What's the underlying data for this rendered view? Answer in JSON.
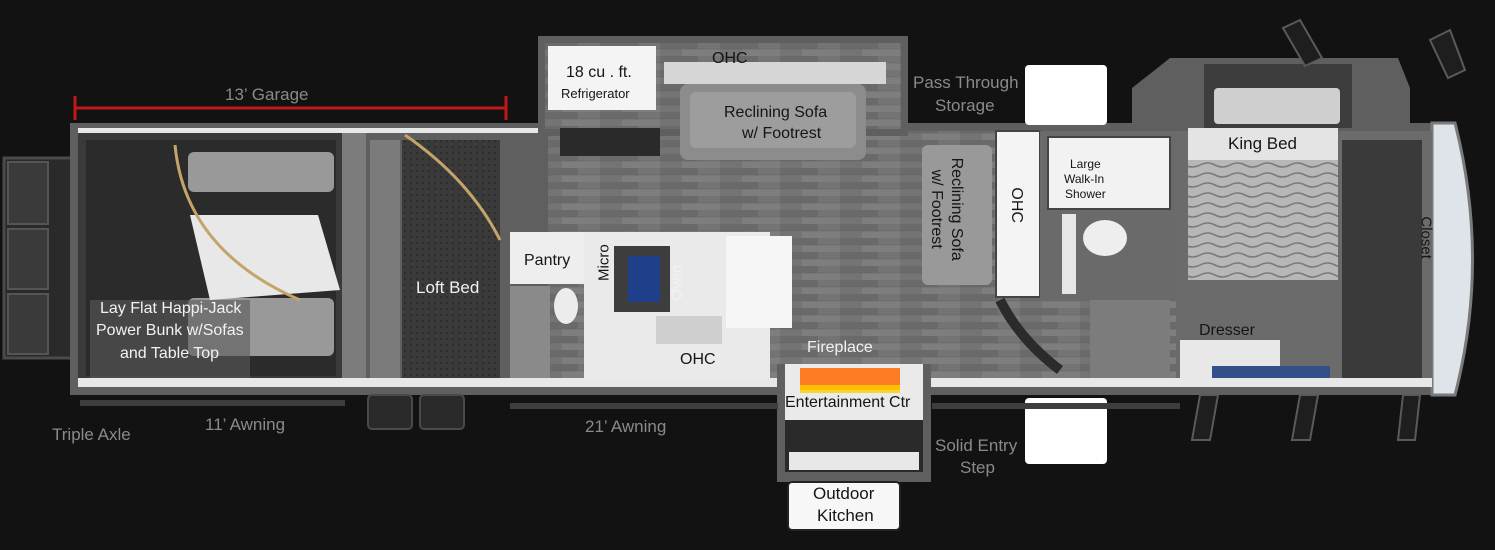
{
  "labels": {
    "garage": "13’ Garage",
    "refrigerator_size": "18 cu . ft.",
    "refrigerator": "Refrigerator",
    "ohc_top": "OHC",
    "reclining_sofa_top_1": "Reclining Sofa",
    "reclining_sofa_top_2": "w/ Footrest",
    "pass_through_1": "Pass Through",
    "pass_through_2": "Storage",
    "king_bed": "King Bed",
    "reclining_sofa_side_1": "Reclining Sofa",
    "reclining_sofa_side_2": "w/ Footrest",
    "ohc_side": "OHC",
    "shower_1": "Large",
    "shower_2": "Walk-In",
    "shower_3": "Shower",
    "closet": "Closet",
    "pantry": "Pantry",
    "micro": "Micro",
    "oven": "Oven",
    "loft_bed": "Loft Bed",
    "bunk_1": "Lay Flat Happi-Jack",
    "bunk_2": "Power Bunk w/Sofas",
    "bunk_3": "and Table Top",
    "dresser": "Dresser",
    "fireplace": "Fireplace",
    "ohc_kitchen": "OHC",
    "entertainment": "Entertainment Ctr",
    "triple_axle": "Triple Axle",
    "awning_11": "11’ Awning",
    "awning_21": "21’ Awning",
    "entry_step_1": "Solid Entry",
    "entry_step_2": "Step",
    "outdoor_kitchen_1": "Outdoor",
    "outdoor_kitchen_2": "Kitchen"
  },
  "colors": {
    "background": "#121212",
    "wall": "#5e5e5e",
    "floor": "#6f6f6f",
    "garage_floor": "#3c3c3c",
    "accent_line": "#c0171b"
  }
}
